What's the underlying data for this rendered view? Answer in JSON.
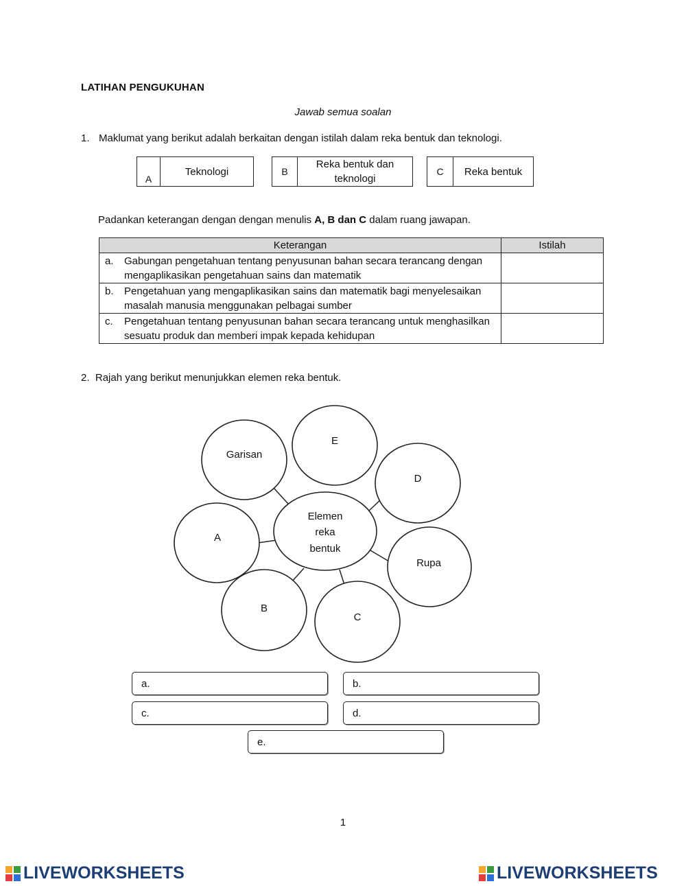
{
  "title": "LATIHAN PENGUKUHAN",
  "subtitle": "Jawab semua soalan",
  "q1": {
    "number": "1.",
    "text": "Maklumat yang berikut adalah berkaitan dengan istilah dalam reka bentuk dan teknologi.",
    "terms": [
      {
        "letter": "A",
        "name": "Teknologi"
      },
      {
        "letter": "B",
        "name": "Reka bentuk dan teknologi"
      },
      {
        "letter": "C",
        "name": "Reka bentuk"
      }
    ],
    "instruction_pre": "Padankan keterangan dengan dengan menulis ",
    "instruction_bold": "A, B dan C",
    "instruction_post": " dalam ruang jawapan.",
    "table": {
      "headers": [
        "Keterangan",
        "Istilah"
      ],
      "rows": [
        {
          "letter": "a.",
          "text": "Gabungan pengetahuan tentang penyusunan bahan secara terancang dengan mengaplikasikan pengetahuan sains dan matematik"
        },
        {
          "letter": "b.",
          "text": "Pengetahuan yang mengaplikasikan sains dan matematik bagi menyelesaikan masalah manusia menggunakan pelbagai sumber"
        },
        {
          "letter": "c.",
          "text": "Pengetahuan tentang penyusunan bahan secara terancang untuk menghasilkan sesuatu produk dan memberi impak kepada kehidupan"
        }
      ]
    }
  },
  "q2": {
    "number": "2.",
    "text": "Rajah yang berikut menunjukkan elemen reka bentuk.",
    "center": [
      "Elemen",
      "reka",
      "bentuk"
    ],
    "nodes": {
      "garisan": "Garisan",
      "e": "E",
      "d": "D",
      "a": "A",
      "rupa": "Rupa",
      "b": "B",
      "c": "C"
    },
    "answers": {
      "a": "a.",
      "b": "b.",
      "c": "c.",
      "d": "d.",
      "e": "e."
    }
  },
  "page_number": "1",
  "footer": {
    "logo_text": "LIVEWORKSHEETS",
    "block_colors": [
      "#f4a62a",
      "#3c9b3c",
      "#e23c3c",
      "#2d6fd4"
    ]
  }
}
